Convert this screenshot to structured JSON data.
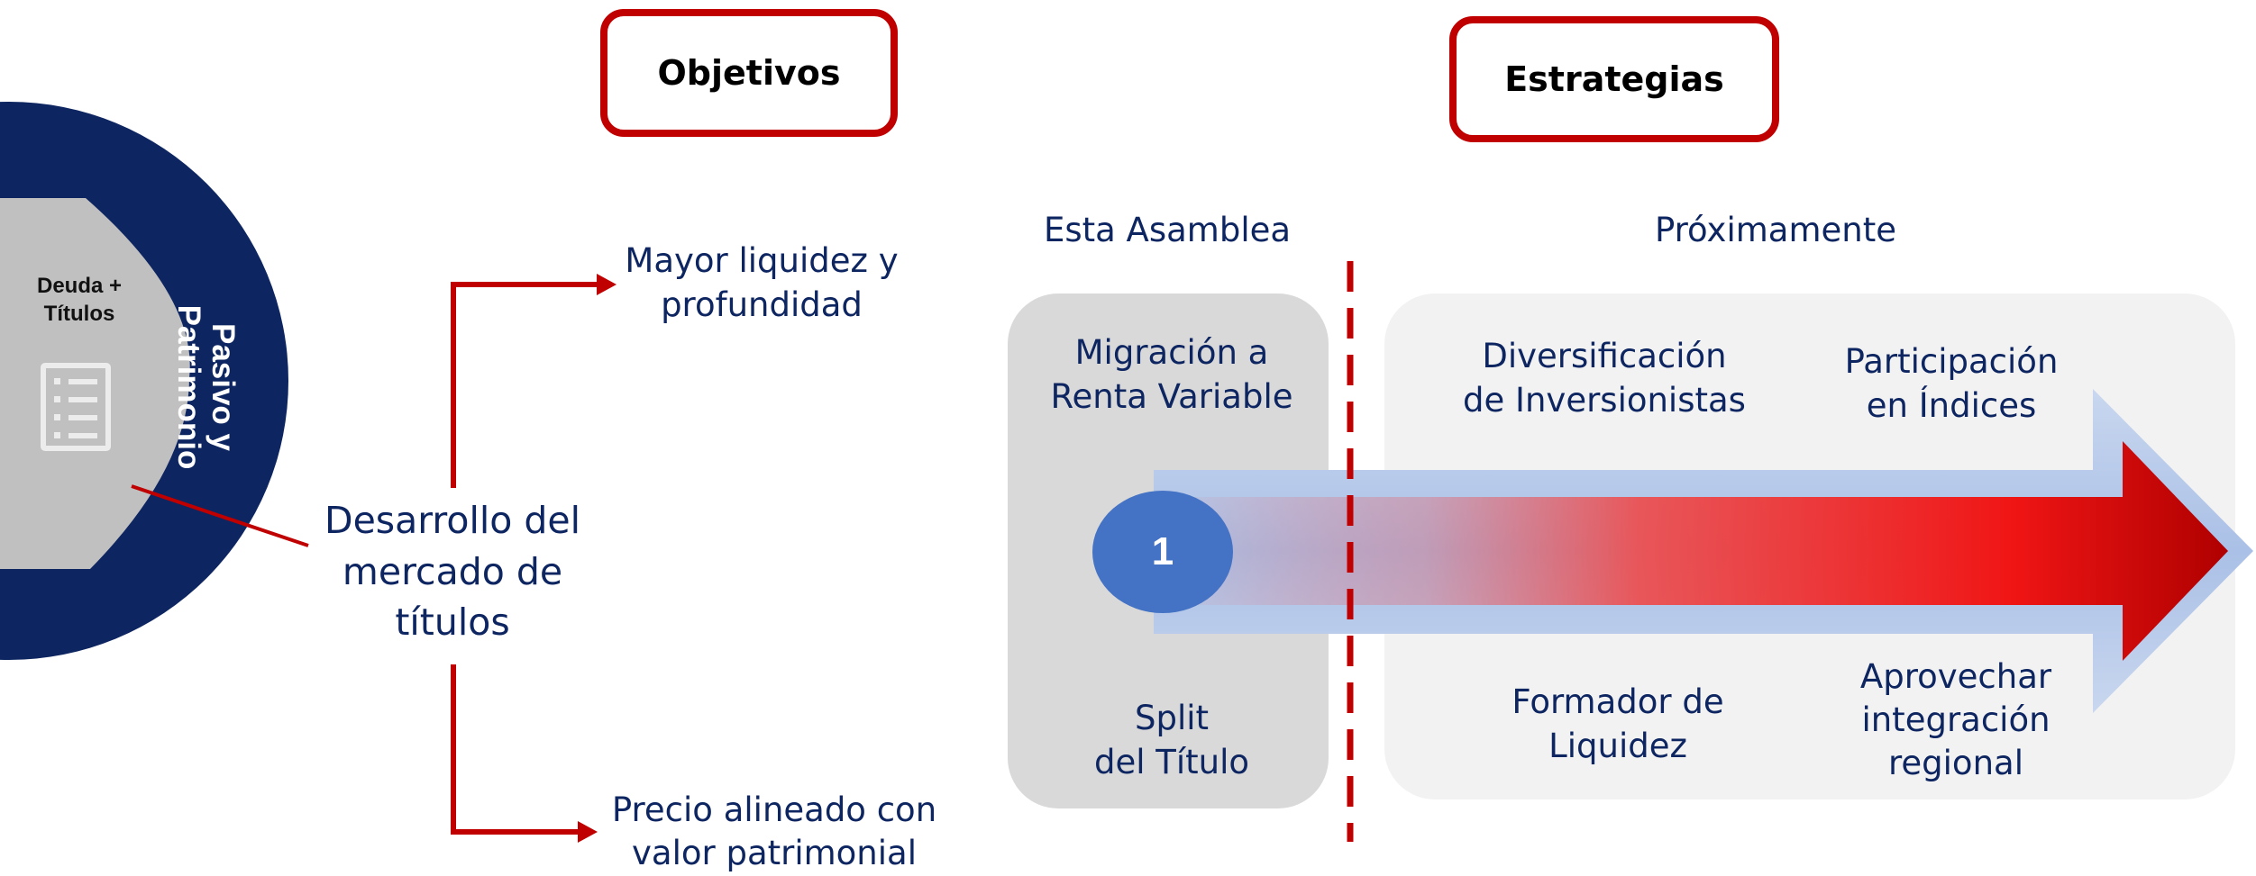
{
  "headers": {
    "objectives": "Objetivos",
    "strategies": "Estrategias"
  },
  "circle": {
    "outer_label_line1": "Pasivo y",
    "outer_label_line2": "Patrimonio",
    "inner_label_line1": "Deuda +",
    "inner_label_line2": "Títulos",
    "inner_icon": "document-list-icon"
  },
  "center_goal": {
    "line1": "Desarrollo del",
    "line2": "mercado de",
    "line3": "títulos"
  },
  "objectives": {
    "top_line1": "Mayor liquidez y",
    "top_line2": "profundidad",
    "bottom_line1": "Precio alineado con",
    "bottom_line2": "valor patrimonial"
  },
  "strategies": {
    "this_assembly_label": "Esta Asamblea",
    "upcoming_label": "Próximamente",
    "migration_line1": "Migración a",
    "migration_line2": "Renta Variable",
    "split_line1": "Split",
    "split_line2": "del Título",
    "diversification_line1": "Diversificación",
    "diversification_line2": "de Inversionistas",
    "indices_line1": "Participación",
    "indices_line2": "en Índices",
    "market_maker_line1": "Formador de",
    "market_maker_line2": "Liquidez",
    "regional_line1": "Aprovechar",
    "regional_line2": "integración",
    "regional_line3": "regional",
    "step_number": "1"
  },
  "colors": {
    "navy": "#0d2560",
    "accent_red": "#c00000",
    "arrow_blue": "#b4c7e7",
    "step_circle": "#4472c4",
    "panel_left": "#d9d9d9",
    "panel_right": "#f2f2f2"
  }
}
